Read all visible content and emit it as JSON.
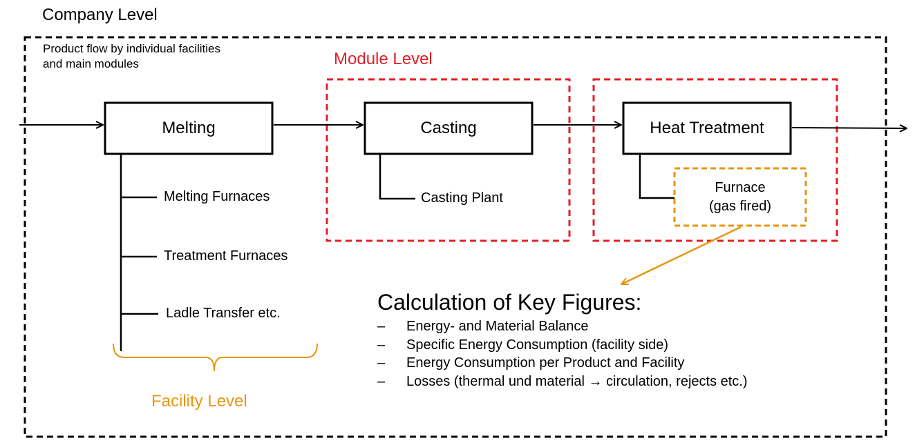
{
  "colors": {
    "company_border": "#000000",
    "module_border": "#e31e24",
    "module_text": "#e31e24",
    "facility_accent": "#e8950e",
    "text": "#000000"
  },
  "company": {
    "title": "Company Level",
    "subtitle_line1": "Product flow by individual facilities",
    "subtitle_line2": "and main modules"
  },
  "module_level": {
    "title": "Module Level"
  },
  "process": {
    "melting": {
      "label": "Melting",
      "facilities": [
        "Melting Furnaces",
        "Treatment Furnaces",
        "Ladle Transfer etc."
      ]
    },
    "casting": {
      "label": "Casting",
      "facility": "Casting Plant"
    },
    "heat_treatment": {
      "label": "Heat Treatment",
      "furnace_line1": "Furnace",
      "furnace_line2": "(gas fired)"
    }
  },
  "facility_level": {
    "title": "Facility Level"
  },
  "key_figures": {
    "title": "Calculation of Key Figures:",
    "bullet": "–",
    "items": [
      "Energy- and Material Balance",
      "Specific Energy Consumption (facility side)",
      "Energy Consumption per Product and Facility",
      "Losses (thermal und material → circulation, rejects etc.)"
    ]
  }
}
